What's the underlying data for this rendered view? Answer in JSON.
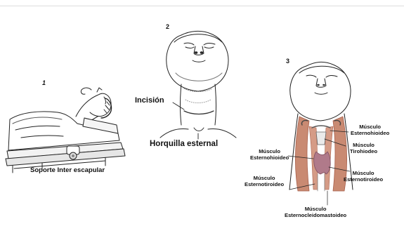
{
  "panels": [
    {
      "number": "1",
      "caption": "Soporte Inter escapular"
    },
    {
      "number": "2",
      "labels": {
        "incision": "Incisión",
        "notch": "Horquilla esternal"
      }
    },
    {
      "number": "3",
      "muscles": [
        {
          "line1": "Músculo",
          "line2": "Esternohioideo",
          "side": "right-top"
        },
        {
          "line1": "Músculo",
          "line2": "Tirohiodeo",
          "side": "right-middle"
        },
        {
          "line1": "Músculo",
          "line2": "Esternotiroideo",
          "side": "right-bottom"
        },
        {
          "line1": "Músculo",
          "line2": "Esternohioideo",
          "side": "left-top"
        },
        {
          "line1": "Músculo",
          "line2": "Esternotiroideo",
          "side": "left-bottom"
        },
        {
          "line1": "Músculo",
          "line2": "Esternocleidomastoideo",
          "side": "bottom"
        }
      ]
    }
  ],
  "colors": {
    "ink": "#222222",
    "muscle": "#c98a72",
    "muscle_dark": "#a8604c",
    "thyroid": "#b07a8a",
    "skin_shade": "#9a9a9a"
  }
}
